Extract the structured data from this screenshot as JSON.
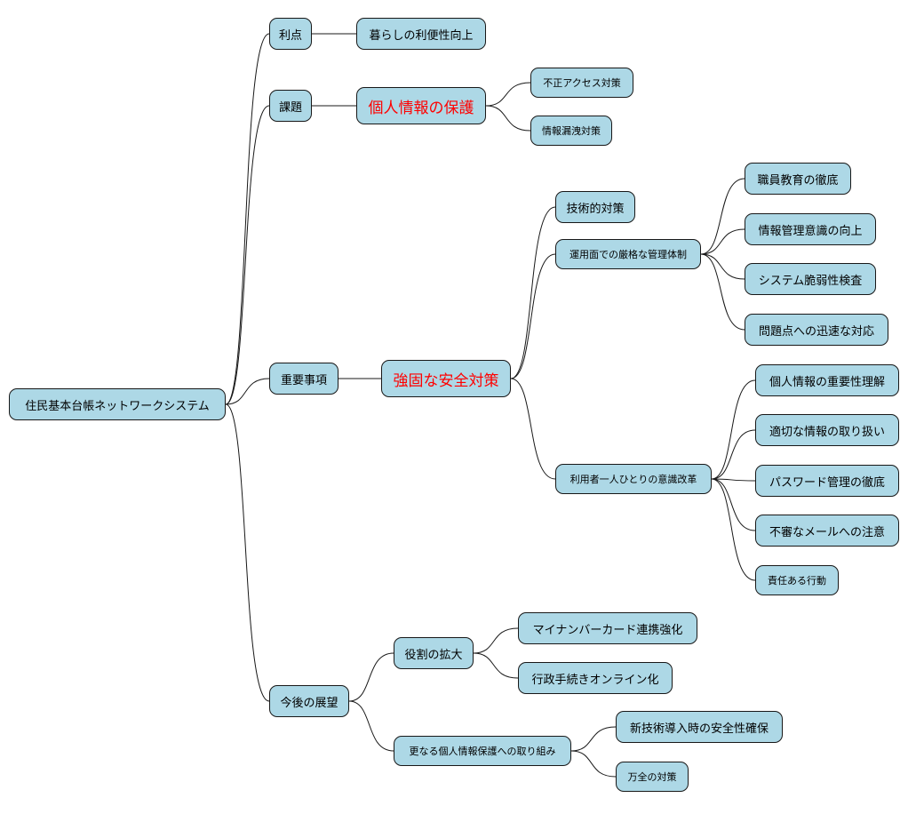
{
  "root": "住民基本台帳ネットワークシステム",
  "branches": {
    "merit": {
      "label": "利点",
      "children": [
        "暮らしの利便性向上"
      ]
    },
    "issue": {
      "label": "課題",
      "focus": "個人情報の保護",
      "children": [
        "不正アクセス対策",
        "情報漏洩対策"
      ]
    },
    "key": {
      "label": "重要事項",
      "focus": "強固な安全対策",
      "tech": "技術的対策",
      "ops": {
        "label": "運用面での厳格な管理体制",
        "children": [
          "職員教育の徹底",
          "情報管理意識の向上",
          "システム脆弱性検査",
          "問題点への迅速な対応"
        ]
      },
      "user": {
        "label": "利用者一人ひとりの意識改革",
        "children": [
          "個人情報の重要性理解",
          "適切な情報の取り扱い",
          "パスワード管理の徹底",
          "不審なメールへの注意",
          "責任ある行動"
        ]
      }
    },
    "future": {
      "label": "今後の展望",
      "role": {
        "label": "役割の拡大",
        "children": [
          "マイナンバーカード連携強化",
          "行政手続きオンライン化"
        ]
      },
      "protect": {
        "label": "更なる個人情報保護への取り組み",
        "children": [
          "新技術導入時の安全性確保",
          "万全の対策"
        ]
      }
    }
  },
  "colors": {
    "node_fill": "#add8e6",
    "node_border": "#181818",
    "highlight_text": "#ff0000"
  }
}
